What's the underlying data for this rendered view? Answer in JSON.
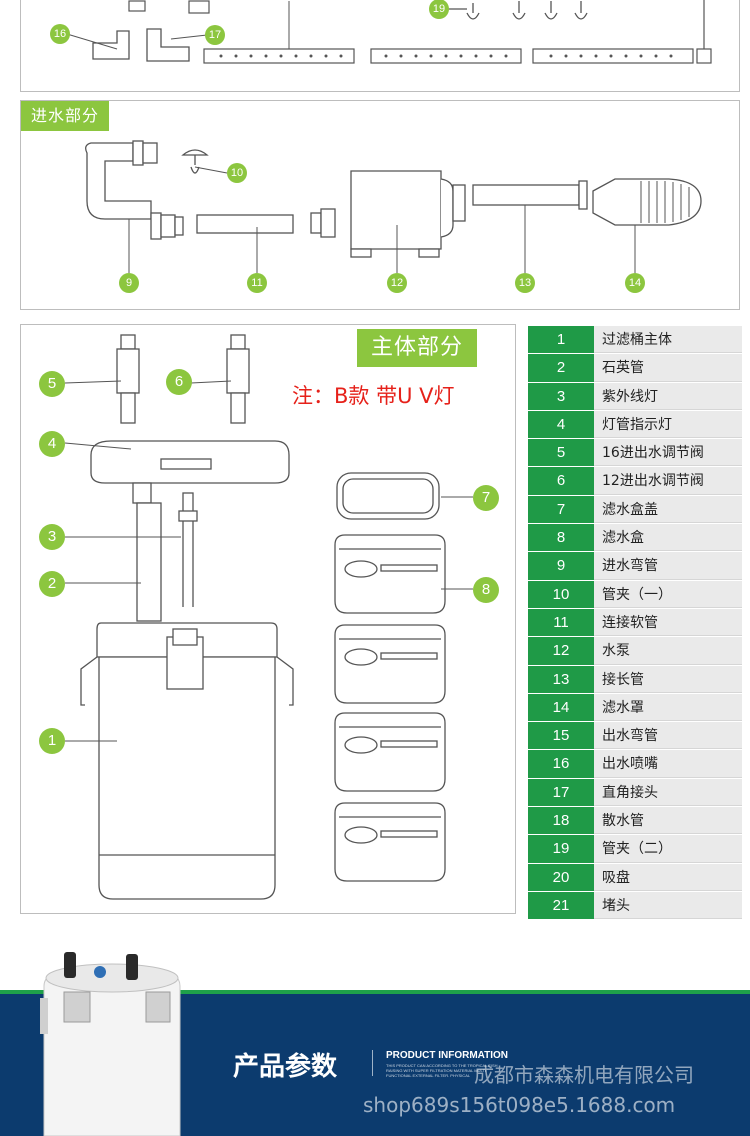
{
  "sections": {
    "inlet_title": "进水部分",
    "main_title": "主体部分"
  },
  "note": "注：B款 带U V灯",
  "top_labels": {
    "p16": "16",
    "p17": "17",
    "p19": "19"
  },
  "inlet_labels": {
    "p9": "9",
    "p10": "10",
    "p11": "11",
    "p12": "12",
    "p13": "13",
    "p14": "14"
  },
  "main_labels": {
    "p1": "1",
    "p2": "2",
    "p3": "3",
    "p4": "4",
    "p5": "5",
    "p6": "6",
    "p7": "7",
    "p8": "8"
  },
  "parts": [
    {
      "num": "1",
      "name": "过滤桶主体"
    },
    {
      "num": "2",
      "name": "石英管"
    },
    {
      "num": "3",
      "name": "紫外线灯"
    },
    {
      "num": "4",
      "name": "灯管指示灯"
    },
    {
      "num": "5",
      "name": "16进出水调节阀"
    },
    {
      "num": "6",
      "name": "12进出水调节阀"
    },
    {
      "num": "7",
      "name": "滤水盒盖"
    },
    {
      "num": "8",
      "name": "滤水盒"
    },
    {
      "num": "9",
      "name": "进水弯管"
    },
    {
      "num": "10",
      "name": "管夹（一）"
    },
    {
      "num": "11",
      "name": "连接软管"
    },
    {
      "num": "12",
      "name": "水泵"
    },
    {
      "num": "13",
      "name": "接长管"
    },
    {
      "num": "14",
      "name": "滤水罩"
    },
    {
      "num": "15",
      "name": "出水弯管"
    },
    {
      "num": "16",
      "name": "出水喷嘴"
    },
    {
      "num": "17",
      "name": "直角接头"
    },
    {
      "num": "18",
      "name": "散水管"
    },
    {
      "num": "19",
      "name": "管夹（二）"
    },
    {
      "num": "20",
      "name": "吸盘"
    },
    {
      "num": "21",
      "name": "堵头"
    }
  ],
  "banner": {
    "title": "产品参数",
    "subtitle": "PRODUCT INFORMATION",
    "tiny": "THIS PRODUCT CAN ACCORDING TO THE TROPICAL FISH RAISING WITH SUPER FILTRATION MATERIAL MULTI FUNCTIONAL EXTERNAL FILTER. PHYSICAL",
    "watermark_company": "成都市森森机电有限公司",
    "watermark_url": "shop689s156t098e5.1688.com"
  },
  "colors": {
    "accent_green": "#8cc63f",
    "legend_green": "#1f9a47",
    "banner_blue": "#0c3b6e",
    "note_red": "#e6211a"
  }
}
